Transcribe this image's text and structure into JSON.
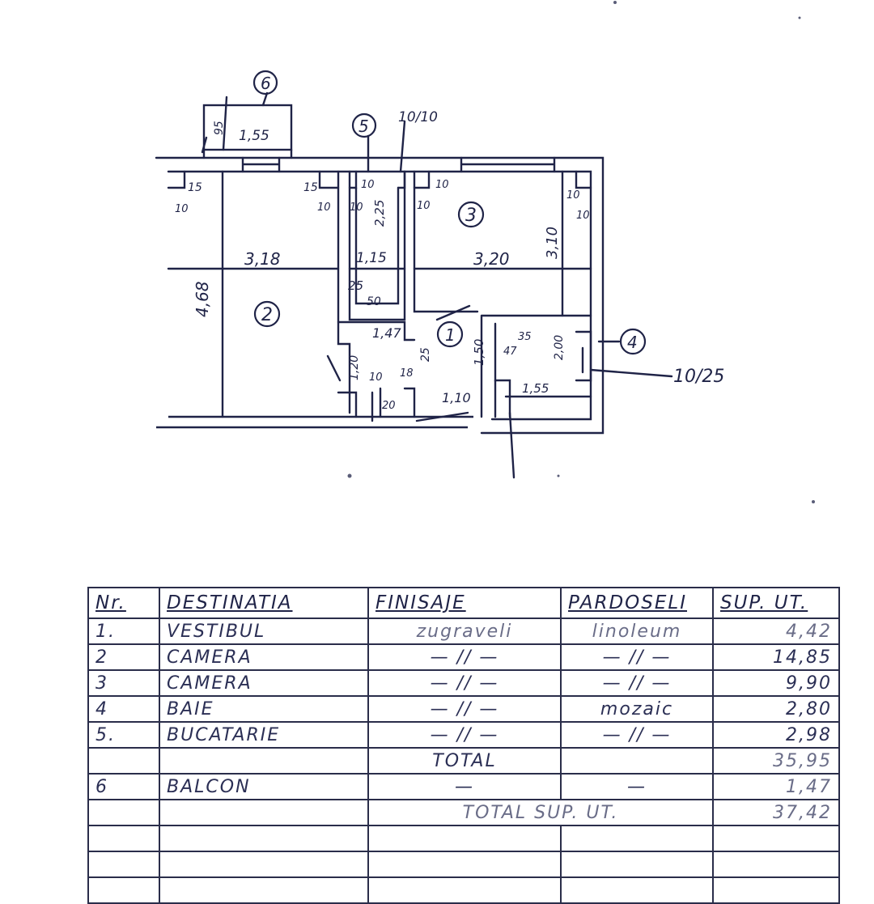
{
  "plan": {
    "rooms": [
      {
        "id": "1",
        "label": "1"
      },
      {
        "id": "2",
        "label": "2"
      },
      {
        "id": "3",
        "label": "3"
      },
      {
        "id": "4",
        "label": "4"
      },
      {
        "id": "5",
        "label": "5"
      },
      {
        "id": "6",
        "label": "6"
      }
    ],
    "dimensions": {
      "balcony_width": "1,55",
      "balcony_depth": "95",
      "wall_ref": "10/10",
      "living_width": "3,18",
      "living_height": "4,68",
      "bedroom_width": "3,20",
      "bedroom_height": "3,10",
      "kitchen_width": "1,15",
      "kitchen_height": "2,25",
      "kitchen_wall_a": "25",
      "kitchen_wall_b": "50",
      "hall_a": "1,47",
      "hall_b": "1,10",
      "hall_c": "1,50",
      "hall_d": "25",
      "hall_e": "1,20",
      "bath_width": "1,55",
      "bath_height": "2,00",
      "bath_wall": "35",
      "bath_wall_b": "47",
      "wall_15_a": "15",
      "wall_10_a": "10",
      "wall_15_b": "15",
      "wall_10_b": "10",
      "wall_10_c": "10",
      "wall_10_d": "10",
      "wall_10_e": "10",
      "wall_10_f": "10",
      "wall_10_g": "10",
      "wall_10_h": "10",
      "wall_10_i": "10",
      "wall_18": "18",
      "wall_20": "20",
      "bath_pointer": "10/25"
    }
  },
  "table": {
    "headers": [
      "Nr.",
      "DESTINATIA",
      "FINISAJE",
      "PARDOSELI",
      "SUP. UT."
    ],
    "rows": [
      {
        "nr": "1.",
        "dest": "VESTIBUL",
        "fin": "zugraveli",
        "pard": "linoleum",
        "sup": "4,42"
      },
      {
        "nr": "2",
        "dest": "CAMERA",
        "fin": "— // —",
        "pard": "— // —",
        "sup": "14,85"
      },
      {
        "nr": "3",
        "dest": "CAMERA",
        "fin": "— // —",
        "pard": "— // —",
        "sup": "9,90"
      },
      {
        "nr": "4",
        "dest": "BAIE",
        "fin": "— // —",
        "pard": "mozaic",
        "sup": "2,80"
      },
      {
        "nr": "5.",
        "dest": "BUCATARIE",
        "fin": "— // —",
        "pard": "— // —",
        "sup": "2,98"
      },
      {
        "nr": "",
        "dest": "",
        "fin": "TOTAL",
        "pard": "",
        "sup": "35,95"
      },
      {
        "nr": "6",
        "dest": "BALCON",
        "fin": "—",
        "pard": "—",
        "sup": "1,47"
      },
      {
        "nr": "",
        "dest": "",
        "fin": "TOTAL SUP. UT.",
        "pard": "",
        "sup": "37,42"
      },
      {
        "nr": "",
        "dest": "",
        "fin": "",
        "pard": "",
        "sup": ""
      },
      {
        "nr": "",
        "dest": "",
        "fin": "",
        "pard": "",
        "sup": ""
      },
      {
        "nr": "",
        "dest": "",
        "fin": "",
        "pard": "",
        "sup": ""
      }
    ]
  }
}
